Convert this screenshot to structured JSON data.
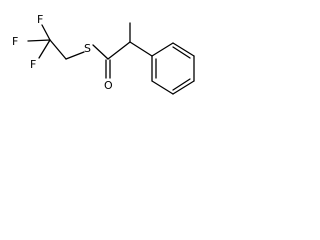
{
  "molecule": {
    "atoms": {
      "f1": "F",
      "f2": "F",
      "f3": "F",
      "s": "S",
      "o": "O"
    }
  }
}
